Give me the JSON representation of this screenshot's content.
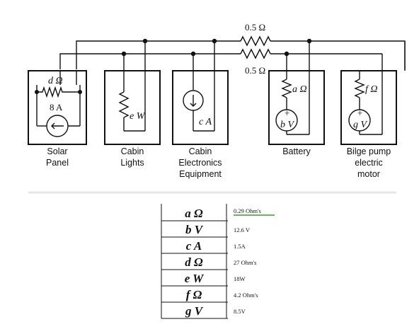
{
  "circuit": {
    "top_resistor_label": "0.5 Ω",
    "mid_resistor_label": "0.5 Ω",
    "solar": {
      "resistor_label": "d Ω",
      "current_label": "8 A"
    },
    "cabin_lights": {
      "resistor_label": "e W"
    },
    "cabin_electronics": {
      "current_label": "c A"
    },
    "battery": {
      "resistor_label": "a Ω",
      "source_label": "b V",
      "plus_sign": "+"
    },
    "bilge": {
      "resistor_label": "f Ω",
      "source_label": "g V",
      "plus_sign": "+"
    }
  },
  "components": {
    "solar_line1": "Solar",
    "solar_line2": "Panel",
    "lights_line1": "Cabin",
    "lights_line2": "Lights",
    "electronics_line1": "Cabin",
    "electronics_line2": "Electronics",
    "electronics_line3": "Equipment",
    "battery_line1": "Battery",
    "bilge_line1": "Bilge pump",
    "bilge_line2": "electric",
    "bilge_line3": "motor"
  },
  "table": {
    "rows": [
      {
        "label": "a Ω",
        "value": "0.29 Ohm's"
      },
      {
        "label": "b V",
        "value": "12.6 V"
      },
      {
        "label": "c A",
        "value": "1.5A"
      },
      {
        "label": "d Ω",
        "value": "27 Ohm's"
      },
      {
        "label": "e W",
        "value": "18W"
      },
      {
        "label": "f Ω",
        "value": "4.2 Ohm's"
      },
      {
        "label": "g V",
        "value": "8.5V"
      }
    ],
    "underline_color": "#3a9a3a"
  }
}
